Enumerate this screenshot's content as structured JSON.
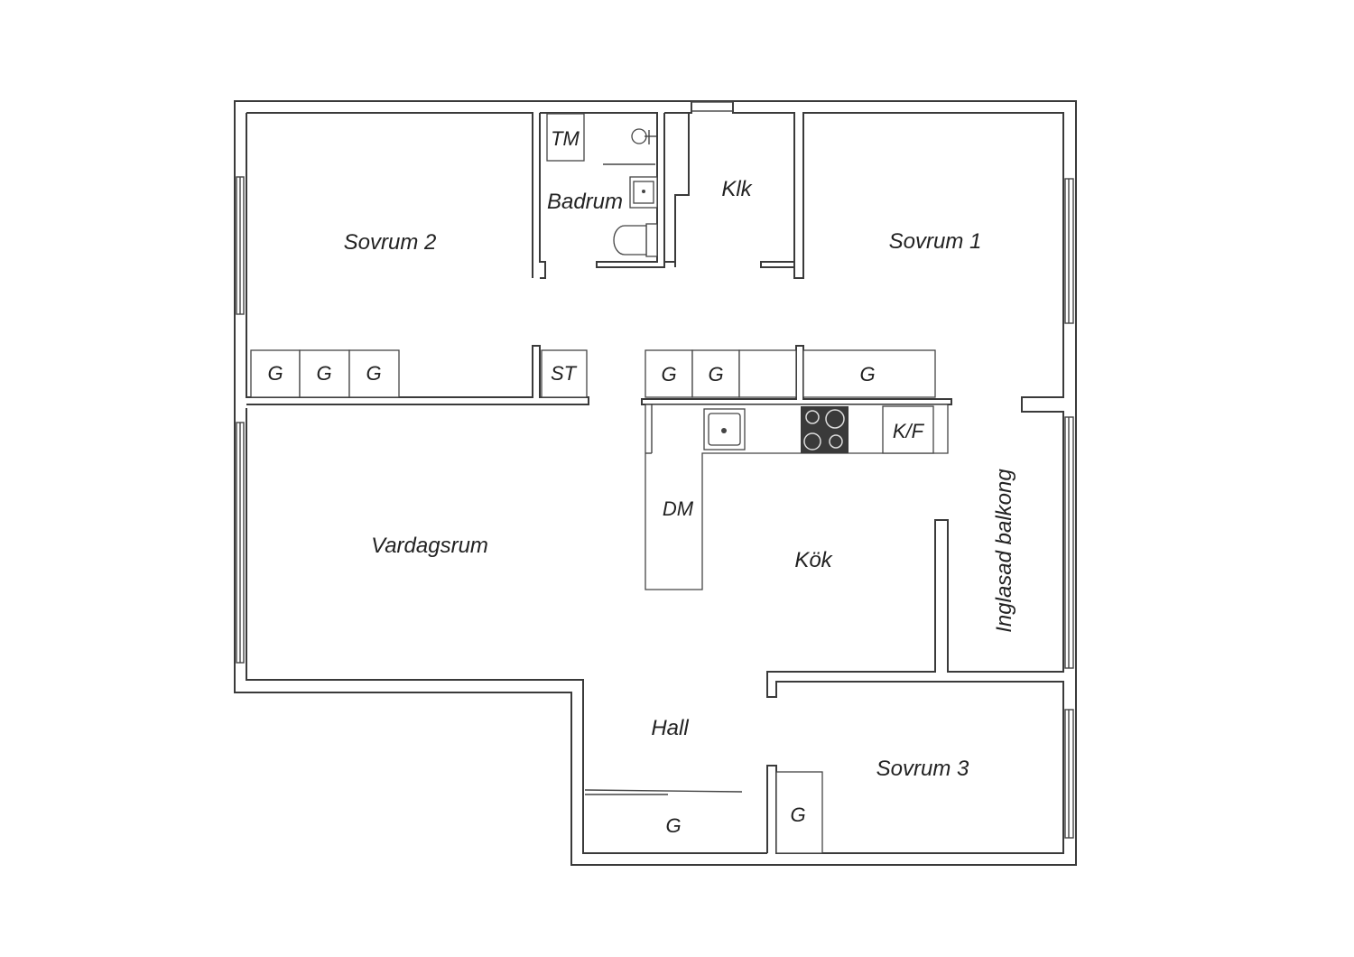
{
  "rooms": {
    "sovrum2": "Sovrum 2",
    "badrum": "Badrum",
    "klk": "Klk",
    "sovrum1": "Sovrum 1",
    "vardagsrum": "Vardagsrum",
    "kok": "Kök",
    "balkong": "Inglasad balkong",
    "hall": "Hall",
    "sovrum3": "Sovrum 3"
  },
  "fixtures": {
    "tm": "TM",
    "st": "ST",
    "dm": "DM",
    "kf": "K/F",
    "g": "G"
  }
}
